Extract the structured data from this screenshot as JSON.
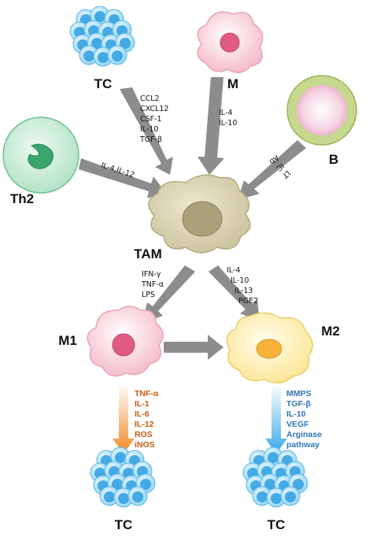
{
  "colors": {
    "arrow_gray": "#8c8c8c",
    "tc_fill": "#8fd3f5",
    "tc_nucleus": "#2c9ee0",
    "m_fill": "#f7c6d0",
    "m_nucleus": "#e05a82",
    "tam_fill": "#d3ccaa",
    "tam_nucleus": "#aaa07a",
    "th2_fill": "#bde8cd",
    "th2_nucleus": "#3aa56c",
    "b_outer": "#c6d88e",
    "b_inner": "#f0c4d8",
    "m2_fill": "#fdf0a8",
    "m2_nucleus": "#f7b23a",
    "m1_output_color": "#c55a11",
    "m2_output_color": "#2e75b6",
    "m1_arrow_color": "#f08a25",
    "m2_arrow_color": "#39a9e8"
  },
  "labels": {
    "tc_top": "TC",
    "m": "M",
    "th2": "Th2",
    "b": "B",
    "tam": "TAM",
    "m1": "M1",
    "m2": "M2",
    "tc_left": "TC",
    "tc_right": "TC"
  },
  "cytokines": {
    "tc_to_tam": [
      "CCL2",
      "CXCL12",
      "CSF-1",
      "IL-10",
      "TGF-β"
    ],
    "m_to_tam": [
      "IL-4",
      "IL-10"
    ],
    "th2_to_tam": "IL-4,IL-12",
    "b_to_tam": [
      "Ab",
      "IC",
      "LT"
    ],
    "tam_to_m1": [
      "IFN-γ",
      "TNF-α",
      "LPS"
    ],
    "tam_to_m2": [
      "IL-4",
      "IL-10",
      "IL-13",
      "PGE2"
    ],
    "m1_to_tc": [
      "TNF-α",
      "IL-1",
      "IL-6",
      "IL-12",
      "ROS",
      "iNOS"
    ],
    "m2_to_tc": [
      "MMPS",
      "TGF-β",
      "IL-10",
      "VEGF",
      "Arginase",
      "pathway"
    ]
  },
  "icons": {
    "tc": "tumor-cell-cluster-icon",
    "m": "macrophage-icon",
    "th2": "th2-cell-icon",
    "b": "b-cell-icon",
    "tam": "tumor-associated-macrophage-icon",
    "m1": "m1-macrophage-icon",
    "m2": "m2-macrophage-icon"
  }
}
